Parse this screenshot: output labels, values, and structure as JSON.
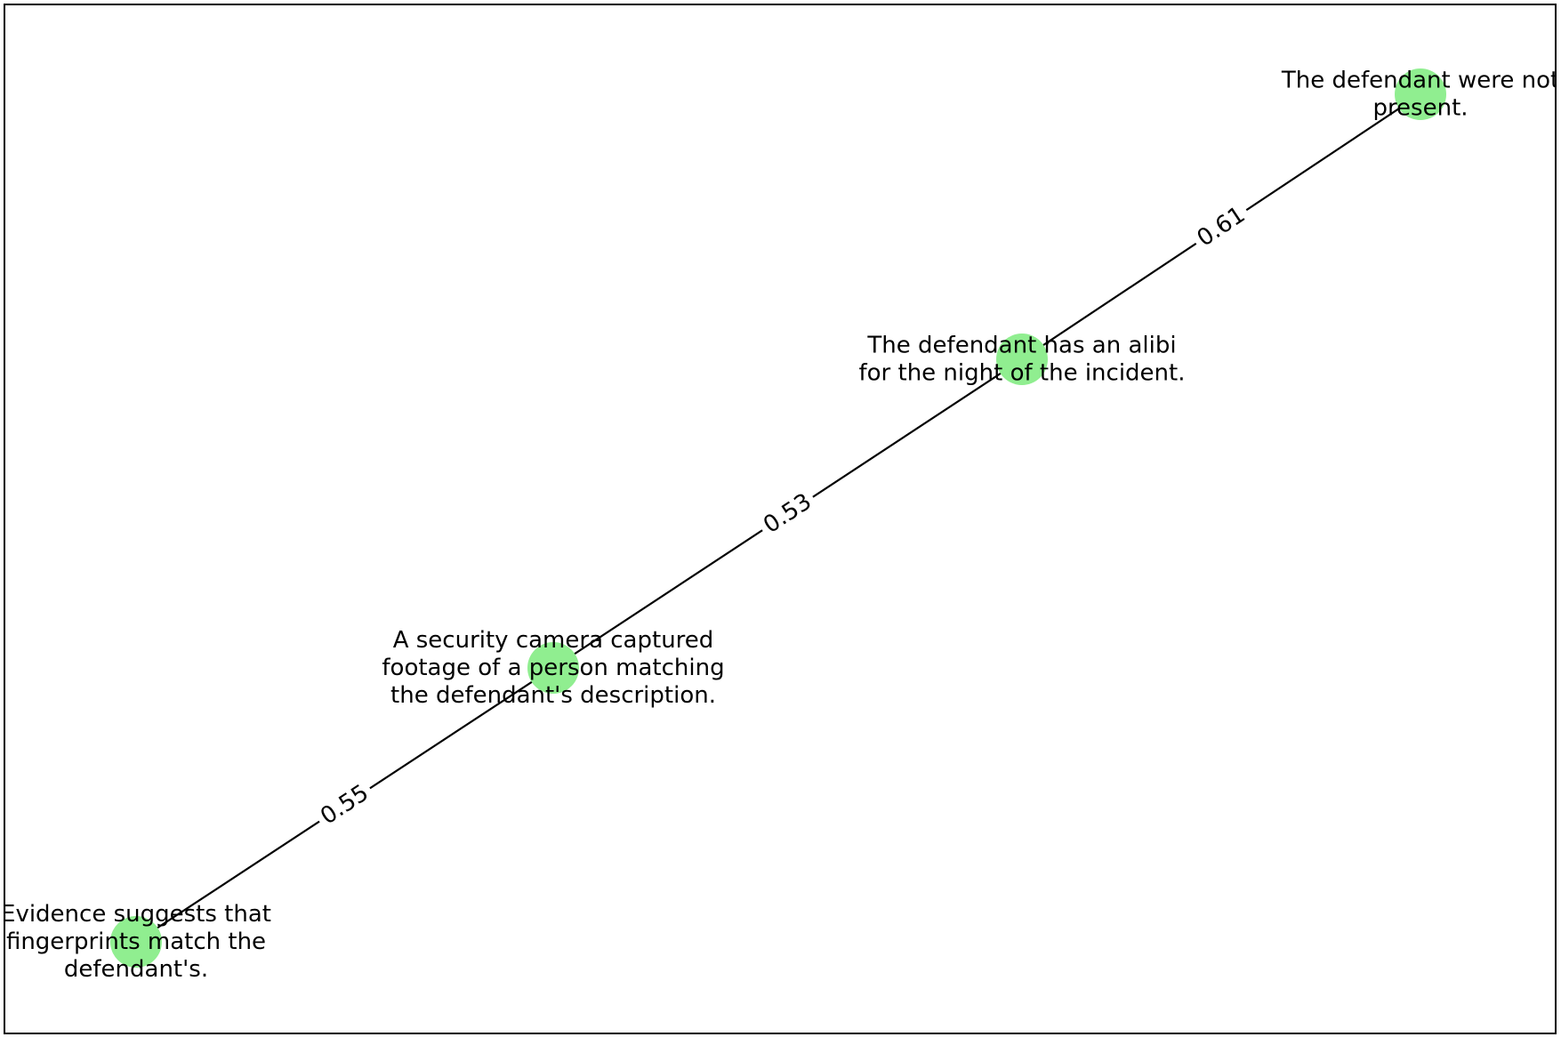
{
  "graph": {
    "nodes": [
      {
        "id": "n1",
        "lines": [
          "Evidence suggests that",
          "fingerprints match the",
          "defendant's."
        ]
      },
      {
        "id": "n2",
        "lines": [
          "A security camera captured",
          "footage of a person matching",
          "the defendant's description."
        ]
      },
      {
        "id": "n3",
        "lines": [
          "The defendant has an alibi",
          "for the night of the incident."
        ]
      },
      {
        "id": "n4",
        "lines": [
          "The defendant were not",
          "present."
        ]
      }
    ],
    "edges": [
      {
        "from": "n1",
        "to": "n2",
        "weight": "0.55"
      },
      {
        "from": "n2",
        "to": "n3",
        "weight": "0.53"
      },
      {
        "from": "n3",
        "to": "n4",
        "weight": "0.61"
      }
    ]
  },
  "colors": {
    "node_fill": "#90ee90",
    "edge_stroke": "#000000",
    "frame_stroke": "#000000"
  }
}
